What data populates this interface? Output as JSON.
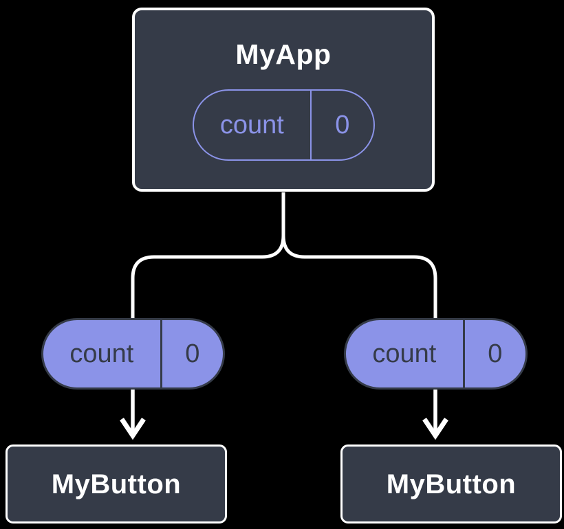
{
  "diagram": {
    "description": "React component tree showing state passed down as props",
    "background": "#000000",
    "colors": {
      "node_fill": "#353B48",
      "node_border": "#FFFFFF",
      "accent_purple": "#8B93E8",
      "pill_text_dark": "#353B48",
      "connector_white": "#FFFFFF"
    },
    "root": {
      "title": "MyApp",
      "state_pill": {
        "name": "count",
        "value": "0"
      }
    },
    "props": [
      {
        "name": "count",
        "value": "0"
      },
      {
        "name": "count",
        "value": "0"
      }
    ],
    "children": [
      {
        "title": "MyButton"
      },
      {
        "title": "MyButton"
      }
    ]
  }
}
